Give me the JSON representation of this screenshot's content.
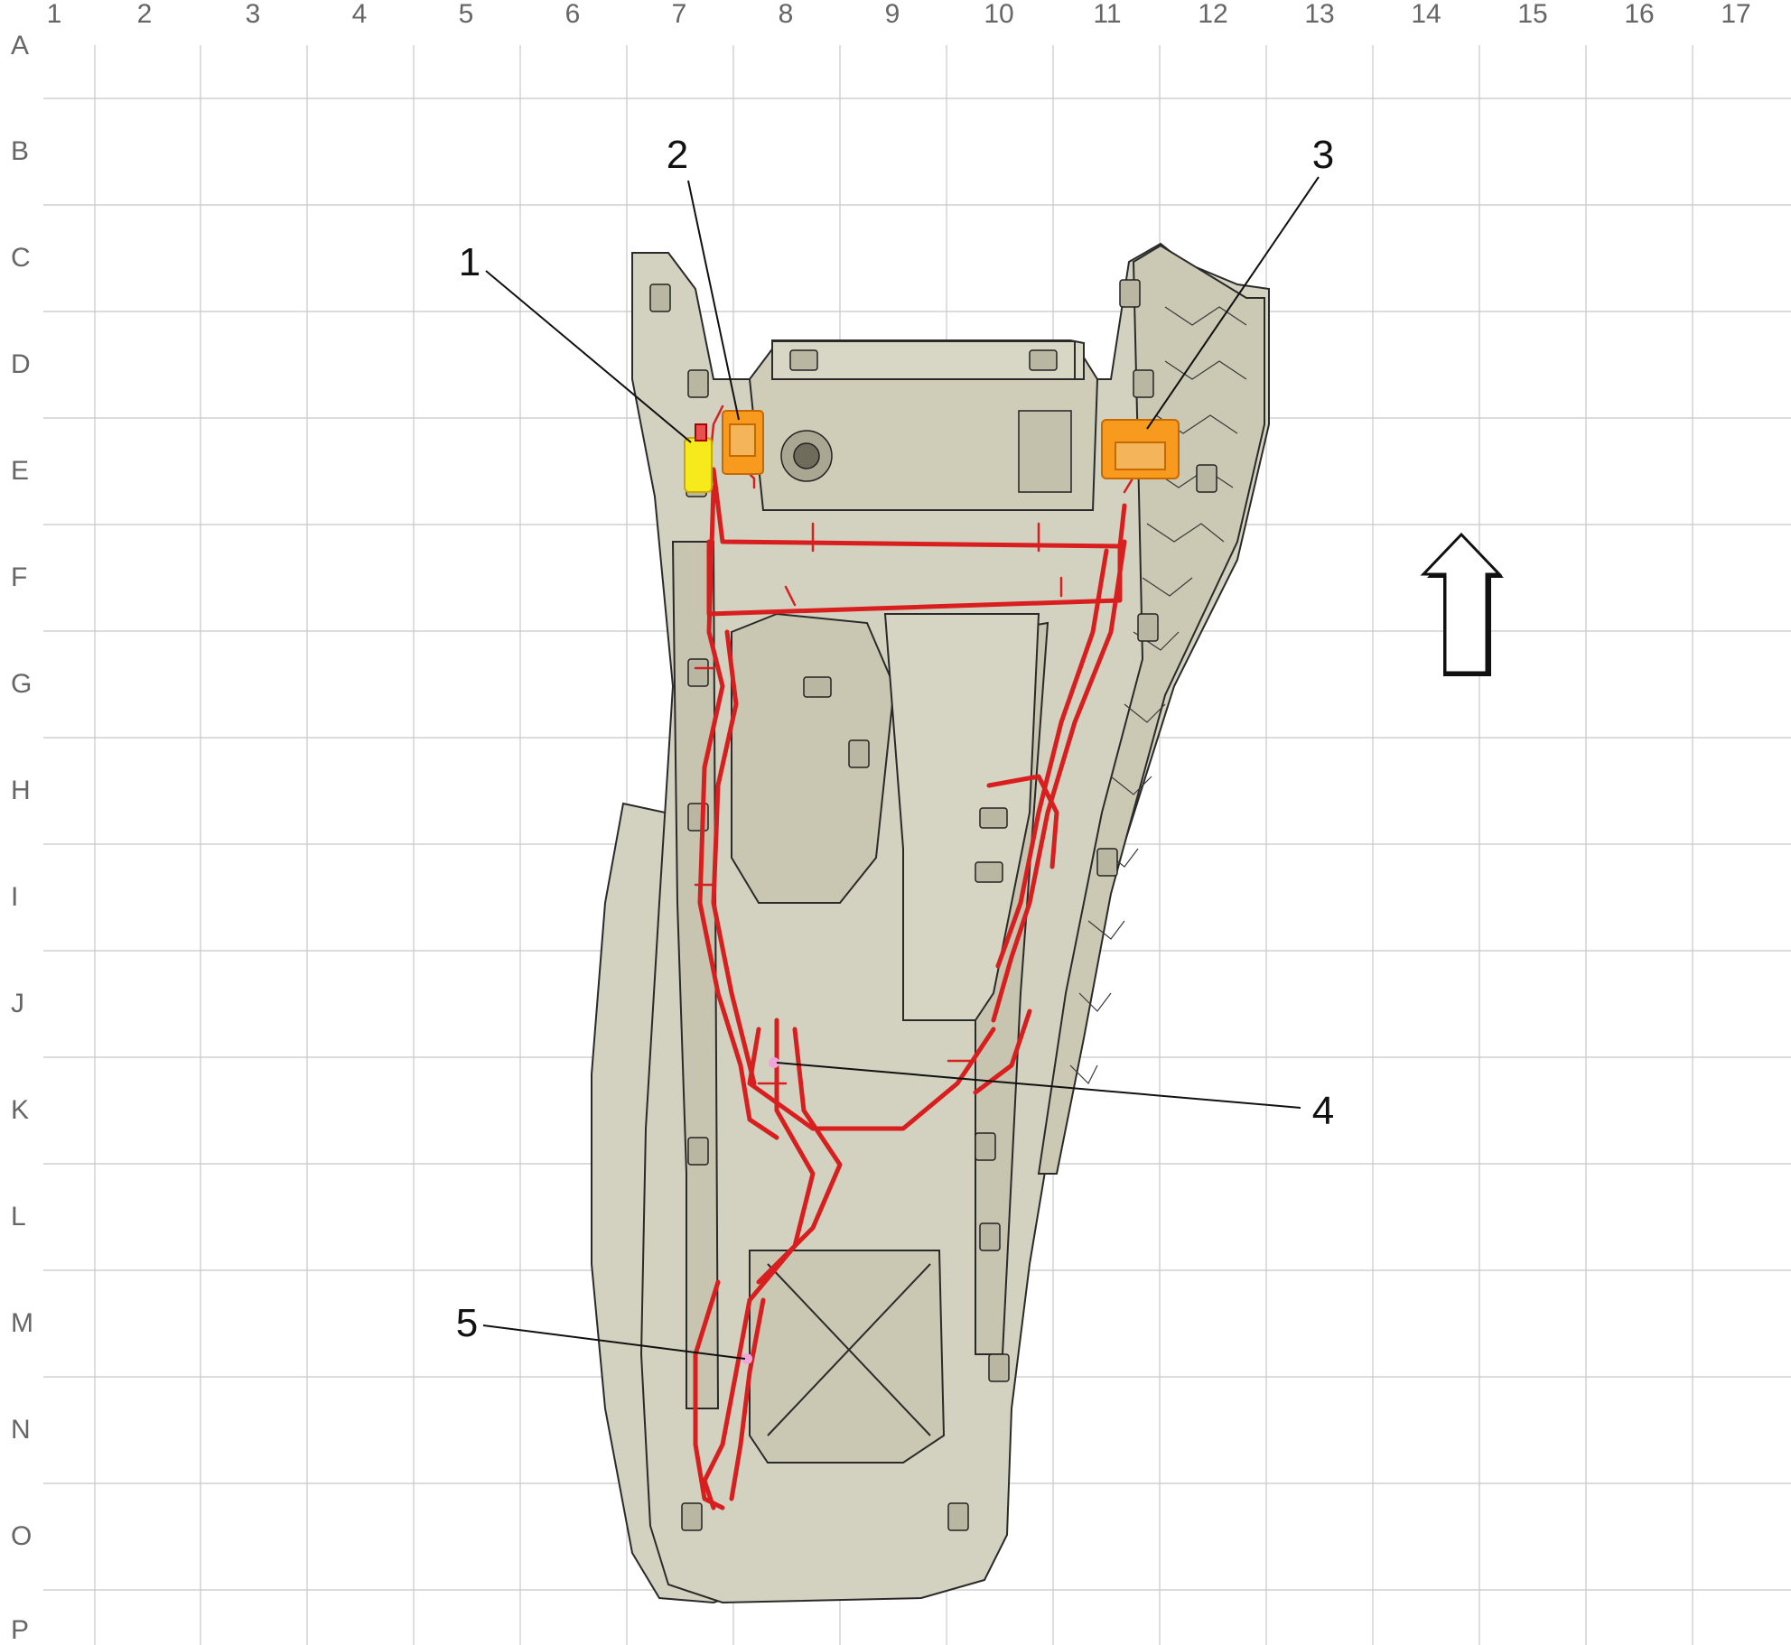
{
  "grid": {
    "columns": [
      "1",
      "2",
      "3",
      "4",
      "5",
      "6",
      "7",
      "8",
      "9",
      "10",
      "11",
      "12",
      "13",
      "14",
      "15",
      "16",
      "17"
    ],
    "rows": [
      "A",
      "B",
      "C",
      "D",
      "E",
      "F",
      "G",
      "H",
      "I",
      "J",
      "K",
      "L",
      "M",
      "N",
      "O",
      "P"
    ]
  },
  "callouts": [
    {
      "label": "1"
    },
    {
      "label": "2"
    },
    {
      "label": "3"
    },
    {
      "label": "4"
    },
    {
      "label": "5"
    }
  ],
  "colors": {
    "grid": "#c8c8c8",
    "body_fill": "#d3d1bf",
    "body_stroke": "#2a2a2a",
    "harness": "#d81e1e",
    "connector_yellow": "#f7ea1c",
    "connector_orange": "#f79a1e",
    "marker_pink": "#f2a6d8"
  },
  "direction_icon": "up-arrow-icon"
}
